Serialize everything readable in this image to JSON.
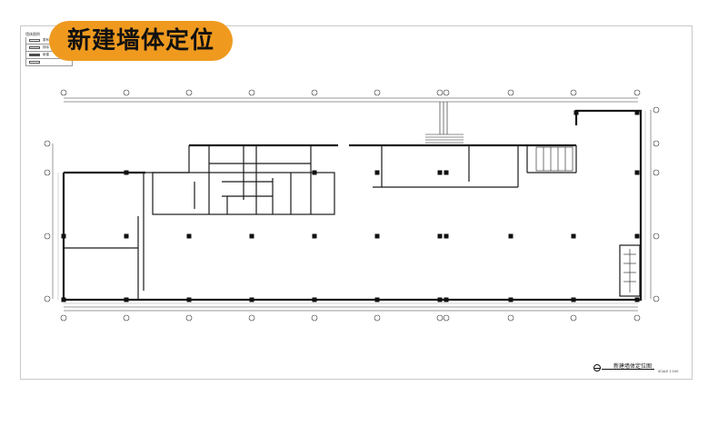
{
  "slide_title": "新建墙体定位",
  "legend": {
    "title": "墙体图例",
    "rows": [
      {
        "label": "原有",
        "swatch": "#ffffff"
      },
      {
        "label": "拆除",
        "swatch": "#dddddd"
      },
      {
        "label": "新建",
        "swatch": "#444444"
      },
      {
        "label": "",
        "swatch": "#ffffff"
      }
    ]
  },
  "drawing": {
    "name": "新建墙体定位图",
    "scale": "SCALE 1:100",
    "wall_color": "#1a1a1a",
    "grid_color": "#333333"
  }
}
